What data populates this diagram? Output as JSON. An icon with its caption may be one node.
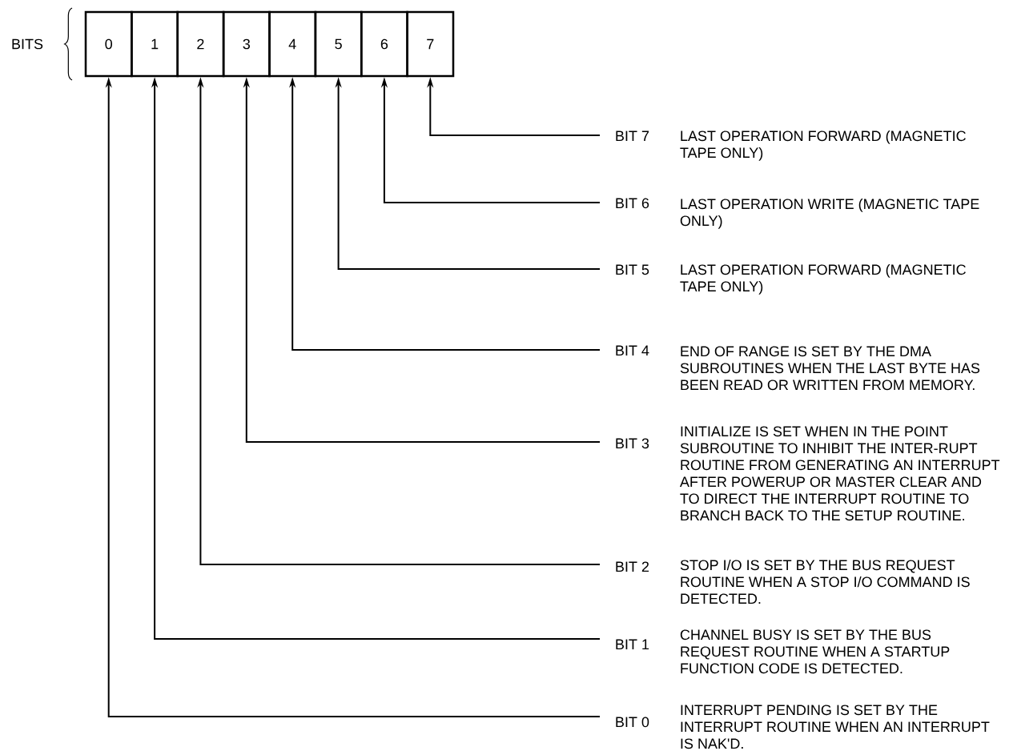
{
  "diagram": {
    "nodes": [
      {
        "text": [
          "0"
        ]
      },
      {
        "text": [
          "1"
        ]
      },
      {
        "text": [
          "2"
        ]
      },
      {
        "text": [
          "3"
        ]
      },
      {
        "text": [
          "4"
        ]
      },
      {
        "text": [
          "5"
        ]
      },
      {
        "text": [
          "6"
        ]
      },
      {
        "text": [
          "7"
        ]
      },
      {
        "text": [
          "BIT 7",
          "LAST OPERATION FORWARD (MAGNETIC TAPE ONLY)"
        ]
      },
      {
        "text": [
          "BIT 6",
          "LAST OPERATION WRITE (MAGNETIC TAPE ONLY)"
        ]
      },
      {
        "text": [
          "BIT 5",
          "LAST OPERATION FORWARD (MAGNETIC TAPE ONLY)"
        ]
      },
      {
        "text": [
          "BIT 4",
          "END OF RANGE IS SET BY THE DMA SUBROUTINES WHEN THE LAST BYTE HAS BEEN READ OR WRITTEN FROM MEMORY."
        ]
      },
      {
        "text": [
          "BIT 3",
          "INITIALIZE IS SET WHEN IN THE POINT SUBROUTINE TO INHIBIT THE INTER-RUPT ROUTINE FROM GENERATING AN INTERRUPT AFTER POWERUP OR MASTER CLEAR AND TO DIRECT THE INTERRUPT ROUTINE TO BRANCH BACK TO THE SETUP ROUTINE."
        ]
      },
      {
        "text": [
          "BIT 2",
          "STOP I/O IS SET BY THE BUS REQUEST ROUTINE WHEN A STOP I/O COMMAND IS DETECTED."
        ]
      },
      {
        "text": [
          "BIT 1",
          "CHANNEL BUSY IS SET BY THE BUS REQUEST ROUTINE WHEN A STARTUP FUNCTION CODE IS DETECTED."
        ]
      },
      {
        "text": [
          "BIT 0",
          "INTERRUPT PENDING IS SET BY THE INTERRUPT ROUTINE WHEN AN INTERRUPT IS NAK'D."
        ]
      }
    ],
    "edges": [
      {
        "from": 8,
        "to": 7,
        "arrow": "to"
      },
      {
        "from": 9,
        "to": 6,
        "arrow": "to"
      },
      {
        "from": 10,
        "to": 5,
        "arrow": "to"
      },
      {
        "from": 11,
        "to": 4,
        "arrow": "to"
      },
      {
        "from": 12,
        "to": 3,
        "arrow": "to"
      },
      {
        "from": 13,
        "to": 2,
        "arrow": "to"
      },
      {
        "from": 14,
        "to": 1,
        "arrow": "to"
      },
      {
        "from": 15,
        "to": 0,
        "arrow": "to"
      }
    ],
    "labels": [
      "BITS"
    ]
  }
}
